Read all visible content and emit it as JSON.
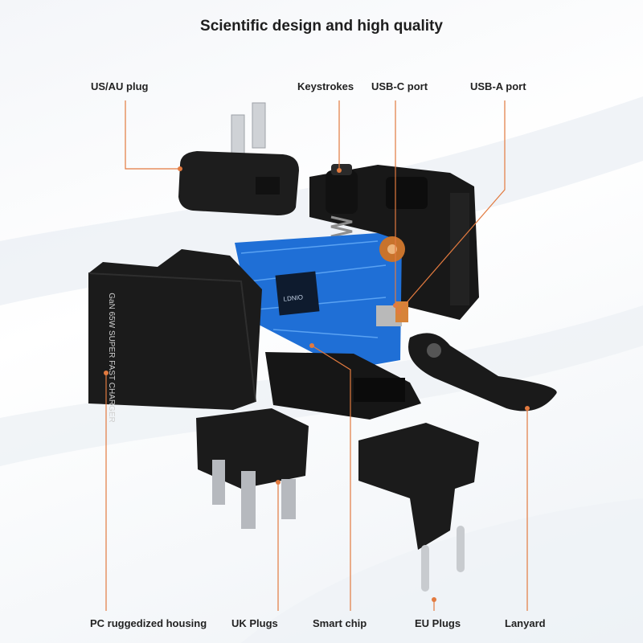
{
  "title": "Scientific design and high quality",
  "labels": {
    "us_au_plug": "US/AU plug",
    "keystrokes": "Keystrokes",
    "usb_c_port": "USB-C port",
    "usb_a_port": "USB-A port",
    "pc_housing": "PC ruggedized housing",
    "uk_plugs": "UK Plugs",
    "smart_chip": "Smart chip",
    "eu_plugs": "EU Plugs",
    "lanyard": "Lanyard"
  },
  "housing_print": "GaN 65W SUPER FAST CHARGER",
  "chip_print": "LDNIO",
  "colors": {
    "leader": "#e27a3f",
    "plastic": "#1b1b1b",
    "pcb": "#1f6fd6",
    "coil": "#c8732c"
  }
}
